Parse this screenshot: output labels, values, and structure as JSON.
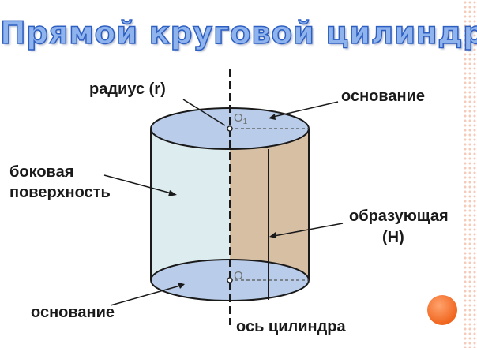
{
  "title": "Прямой круговой цилиндр",
  "labels": {
    "radius": "радиус (r)",
    "base_top": "основание",
    "lateral_line1": "боковая",
    "lateral_line2": "поверхность",
    "generatrix_line1": "образующая",
    "generatrix_line2": "(H)",
    "base_bottom": "основание",
    "axis": "ось цилиндра"
  },
  "points": {
    "top_center": "O",
    "top_center_sub": "1",
    "bottom_center": "O"
  },
  "colors": {
    "title_fill": "#8fb3ec",
    "title_stroke": "#2d5fc2",
    "base_fill": "#b9cdea",
    "lateral_left": "#dcecef",
    "lateral_right": "#d7bfa4",
    "accent_dot": "#f0651e"
  },
  "icons": {
    "decor": "orange-circle"
  }
}
